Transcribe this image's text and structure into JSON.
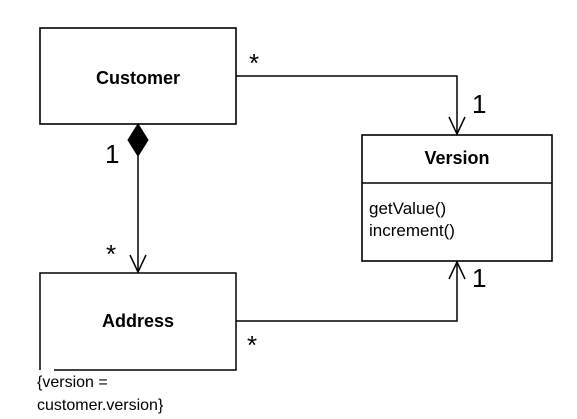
{
  "classes": {
    "customer": {
      "name": "Customer"
    },
    "address": {
      "name": "Address"
    },
    "version": {
      "name": "Version",
      "operations": [
        "getValue()",
        "increment()"
      ]
    }
  },
  "associations": {
    "customer_version": {
      "source_multiplicity": "*",
      "target_multiplicity": "1"
    },
    "customer_address": {
      "source_multiplicity": "1",
      "target_multiplicity": "*"
    },
    "address_version": {
      "source_multiplicity": "*",
      "target_multiplicity": "1"
    }
  },
  "constraint": {
    "lines": [
      "{version =",
      "customer.version}"
    ]
  }
}
